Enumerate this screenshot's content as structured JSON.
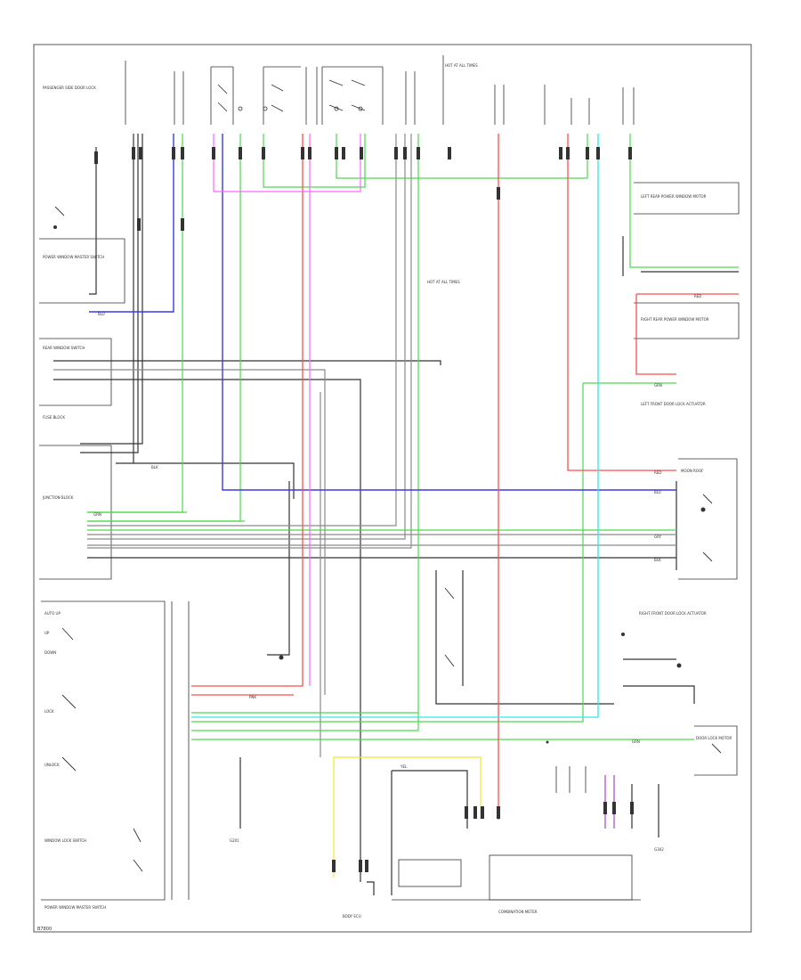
{
  "diagram": {
    "ref_label": "B7800",
    "colors": {
      "frame": "#555555",
      "wire_black": "#333333",
      "wire_gray": "#8a8a8a",
      "wire_green": "#4cd94c",
      "wire_blue": "#3a3ae6",
      "wire_red": "#ff4d4d",
      "wire_pink": "#ff66ff",
      "wire_cyan": "#33e6e6",
      "wire_yellow": "#f2e630",
      "wire_violet": "#aa44cc"
    },
    "labels": {
      "top_left_module": "PASSENGER SIDE DOOR LOCK",
      "hot_at_all_times": "HOT AT ALL TIMES",
      "power_window_master": "POWER WINDOW MASTER SWITCH",
      "rear_window_switch": "REAR WINDOW SWITCH",
      "moon_roof": "MOON ROOF",
      "left_rear_power_window": "LEFT REAR POWER WINDOW MOTOR",
      "right_rear_power_window": "RIGHT REAR POWER WINDOW MOTOR",
      "left_front_door_lock": "LEFT FRONT DOOR LOCK ACTUATOR",
      "right_front_door_lock": "RIGHT FRONT DOOR LOCK ACTUATOR",
      "ground_left": "G201",
      "ground_right": "G302",
      "fuse_block": "FUSE BLOCK",
      "junction_block": "JUNCTION BLOCK",
      "door_lock_motor": "DOOR LOCK MOTOR",
      "window_lock_switch": "WINDOW LOCK SWITCH",
      "combination_meter": "COMBINATION METER",
      "body_ecu": "BODY ECU",
      "auto_up": "AUTO UP",
      "up": "UP",
      "down": "DOWN",
      "lock": "LOCK",
      "unlock": "UNLOCK",
      "wire_bk": "BLK",
      "wire_gn": "GRN",
      "wire_rd": "RED",
      "wire_bu": "BLU",
      "wire_gy": "GRY",
      "wire_yl": "YEL",
      "wire_pk": "PNK"
    }
  }
}
